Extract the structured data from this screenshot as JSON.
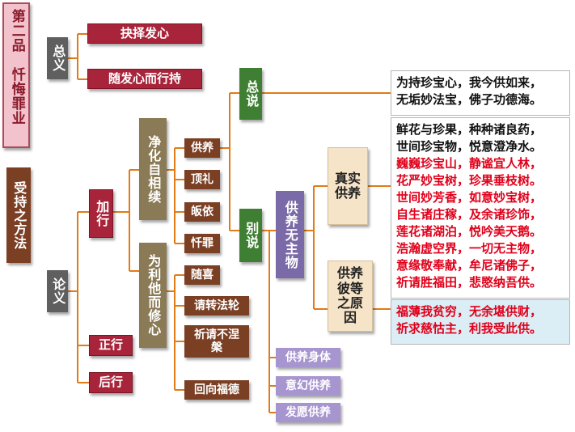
{
  "chapter": {
    "num": "第二品",
    "title": "忏悔罪业"
  },
  "method": "受持之方法",
  "zongyi": {
    "label": "总义",
    "items": [
      "抉择发心",
      "随发心而行持"
    ]
  },
  "lunyi": "论义",
  "jiaxing": "加行",
  "zhengxing": "正行",
  "houxing": "后行",
  "jinghua": "净化自相续",
  "weili": "为利他而修心",
  "subitems": [
    "供养",
    "顶礼",
    "皈依",
    "忏罪",
    "随喜",
    "请转法轮",
    "祈请不涅槃",
    "回向福德"
  ],
  "zongshuo": "总说",
  "bieshuo": "别说",
  "gongyang_wuzhu": "供养无主物",
  "zhenshi": "真实供养",
  "yuanyin": "供养彼等之原因",
  "shenti": [
    "供养身体",
    "意幻供养",
    "发愿供养"
  ],
  "verses": {
    "top": [
      "为持珍宝心，我今供如来，",
      "无垢妙法宝，佛子功德海。"
    ],
    "middle_black": [
      "鲜花与珍果，种种诸良药，",
      "世间珍宝物，悦意澄净水。"
    ],
    "middle_red": [
      "巍巍珍宝山，静谧宜人林，",
      "花严妙宝树，珍果垂枝树。",
      "世间妙芳香，如意妙宝树，",
      "自生诸庄稼，及余诸珍饰，",
      "莲花诸湖泊，悦吟美天鹅。",
      "浩瀚虚空界，一切无主物，",
      "意缘敬奉献，牟尼诸佛子，",
      "祈请胜福田，悲愍纳吾供。"
    ],
    "bottom": [
      "福薄我贫穷，无余堪供财，",
      "祈求慈怙主，利我受此供。"
    ]
  },
  "colors": {
    "line": "#e07b17",
    "bottom_bg": "#dbeef6",
    "red_text": "#e0001a"
  }
}
